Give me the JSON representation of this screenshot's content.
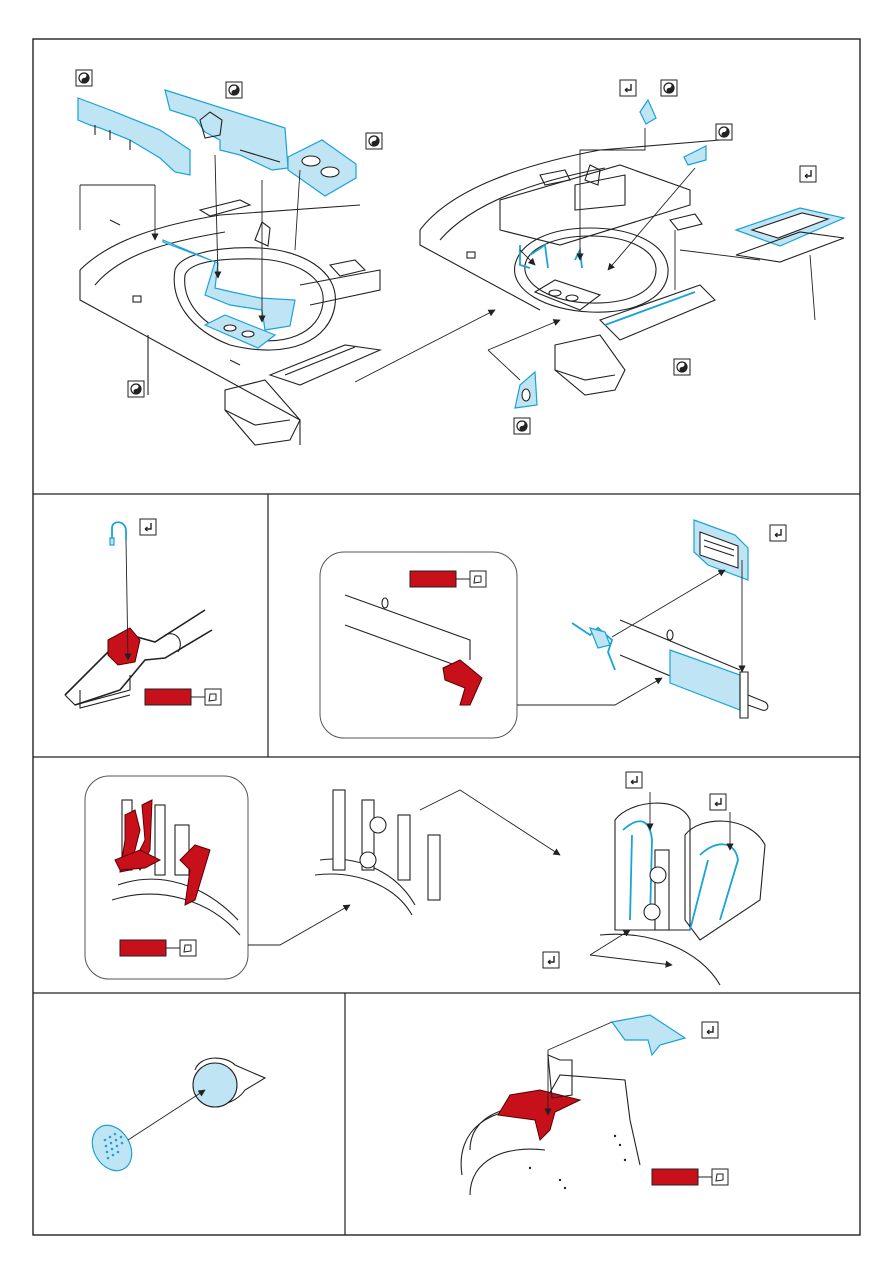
{
  "title": "",
  "panels": [
    {
      "id": "panel-1"
    },
    {
      "id": "panel-2a"
    },
    {
      "id": "panel-2b"
    },
    {
      "id": "panel-3"
    },
    {
      "id": "panel-4a"
    },
    {
      "id": "panel-4b"
    }
  ],
  "icons": {
    "remove_symbol": "remove-plastic-detail-icon",
    "fold_symbol": "fold-bend-icon",
    "paint_symbol": "paint-swatch-icon"
  },
  "colors": {
    "photo_etch": "#1aa3d6",
    "photo_etch_fill": "#bfe4f4",
    "paint_red": "#c8101a",
    "line": "#222222"
  }
}
